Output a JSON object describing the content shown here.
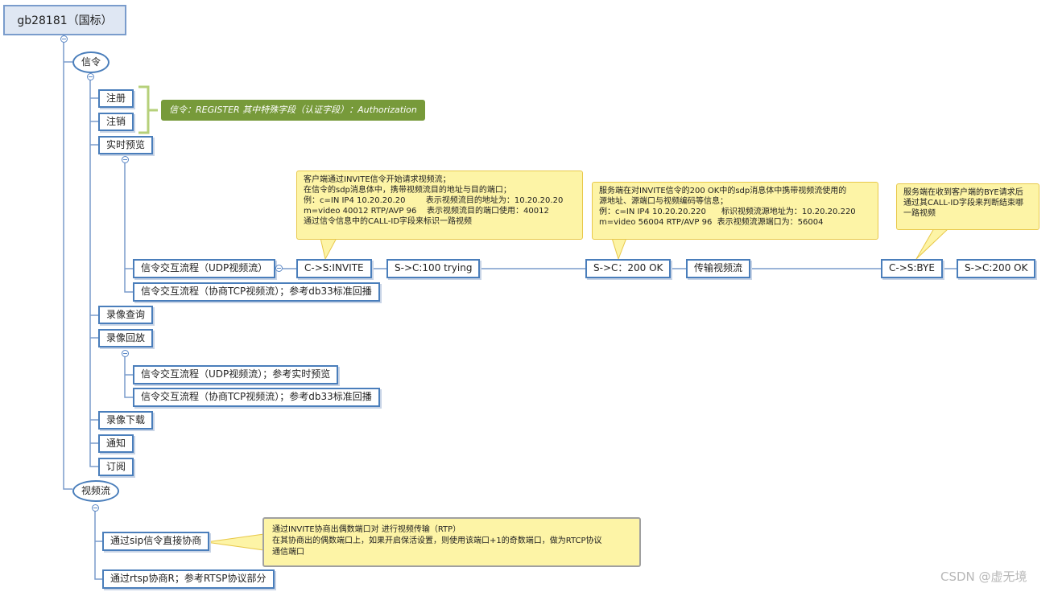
{
  "root": "gb28181（国标）",
  "signaling": {
    "label": "信令",
    "items": {
      "register": "注册",
      "unregister": "注销",
      "live_preview": "实时预览",
      "record_query": "录像查询",
      "record_playback": "录像回放",
      "record_download": "录像下载",
      "notify": "通知",
      "subscribe": "订阅"
    },
    "auth_note": "信令：REGISTER   其中特殊字段（认证字段）：Authorization",
    "preview_udp": "信令交互流程（UDP视频流）",
    "preview_tcp": "信令交互流程（协商TCP视频流）；参考db33标准回播",
    "playback_udp": "信令交互流程（UDP视频流）；参考实时预览",
    "playback_tcp": "信令交互流程（协商TCP视频流）；参考db33标准回播",
    "flow": {
      "invite": "C->S:INVITE",
      "trying": "S->C:100 trying",
      "ok200": "S->C：200 OK",
      "transfer": "传输视频流",
      "bye": "C->S:BYE",
      "ok200_final": "S->C:200 OK"
    },
    "notes": {
      "invite_note": "客户端通过INVITE信令开始请求视频流；\n在信令的sdp消息体中，携带视频流目的地址与目的端口；\n例：c=IN IP4 10.20.20.20        表示视频流目的地址为：10.20.20.20\nm=video 40012 RTP/AVP 96    表示视频流目的端口使用：40012\n通过信令信息中的CALL-ID字段来标识一路视频",
      "ok_note": "服务端在对INVITE信令的200 OK中的sdp消息体中携带视频流使用的\n源地址、源端口与视频编码等信息；\n例：c=IN IP4 10.20.20.220      标识视频流源地址为：10.20.20.220\nm=video 56004 RTP/AVP 96  表示视频流源端口为：56004",
      "bye_note": "服务端在收到客户端的BYE请求后\n通过其CALL-ID字段来判断结束哪\n一路视频"
    }
  },
  "video_stream": {
    "label": "视频流",
    "sip": "通过sip信令直接协商",
    "rtsp": "通过rtsp协商R；参考RTSP协议部分",
    "sip_note": "通过INVITE协商出偶数端口对 进行视频传输（RTP）\n在其协商出的偶数端口上，如果开启保活设置，则使用该端口+1的奇数端口，做为RTCP协议\n通信端口"
  },
  "watermark": "CSDN @虚无境"
}
